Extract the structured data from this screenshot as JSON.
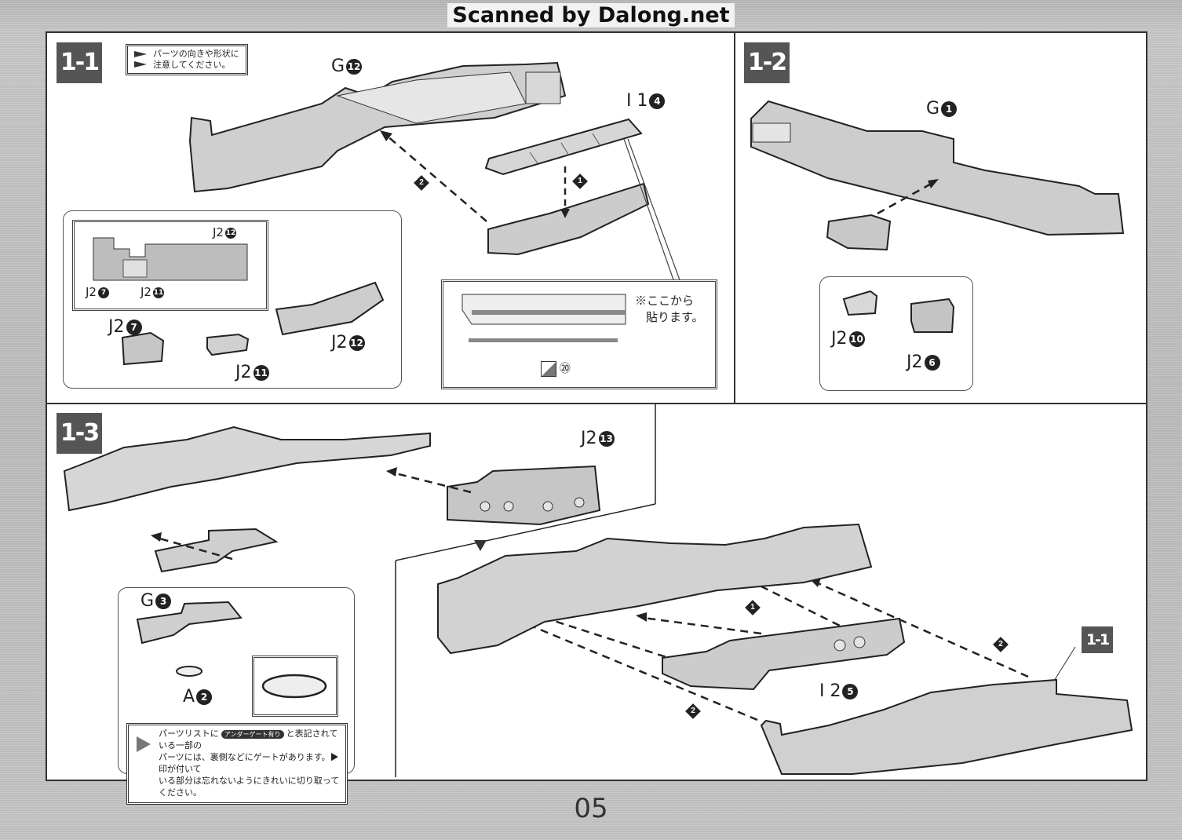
{
  "watermark": "Scanned by Dalong.net",
  "page_number": "05",
  "colors": {
    "step_badge_bg": "#555555",
    "part_gray": "#c8c8c8",
    "line": "#222222"
  },
  "steps": {
    "s1_1": {
      "label": "1-1",
      "caution_line1": "パーツの向きや形状に",
      "caution_line2": "注意してください。",
      "parts": {
        "main": {
          "runner": "G",
          "num": "12"
        },
        "plate": {
          "runner": "I 1",
          "num": "4"
        },
        "inset_top": {
          "runner": "J2",
          "num": "12"
        },
        "inset_left": {
          "runner": "J2",
          "num": "7"
        },
        "inset_mid": {
          "runner": "J2",
          "num": "11"
        },
        "sub_left": {
          "runner": "J2",
          "num": "7"
        },
        "sub_mid": {
          "runner": "J2",
          "num": "11"
        },
        "sub_right": {
          "runner": "J2",
          "num": "12"
        }
      },
      "order": [
        "1",
        "2"
      ],
      "sticker_note_line1": "※ここから",
      "sticker_note_line2": "貼ります。",
      "sticker_number": "⑳",
      "sticker_icon": "decal-sheet-icon"
    },
    "s1_2": {
      "label": "1-2",
      "parts": {
        "main": {
          "runner": "G",
          "num": "1"
        },
        "nozzle": {
          "runner": "J2",
          "num": "10"
        },
        "housing": {
          "runner": "J2",
          "num": "6"
        }
      }
    },
    "s1_3": {
      "label": "1-3",
      "parts": {
        "block": {
          "runner": "J2",
          "num": "13"
        },
        "wing": {
          "runner": "G",
          "num": "3"
        },
        "light": {
          "runner": "A",
          "num": "2"
        },
        "frame": {
          "runner": "I 2",
          "num": "5"
        }
      },
      "order": [
        "1",
        "2",
        "2"
      ],
      "ref_badge": "1-1",
      "gate_note_line1": "パーツリストに",
      "gate_badge": "アンダーゲート有り",
      "gate_note_line1b": "と表記されている一部の",
      "gate_note_line2": "パーツには、裏側などにゲートがあります。▶印が付いて",
      "gate_note_line3": "いる部分は忘れないようにきれいに切り取ってください。"
    }
  }
}
